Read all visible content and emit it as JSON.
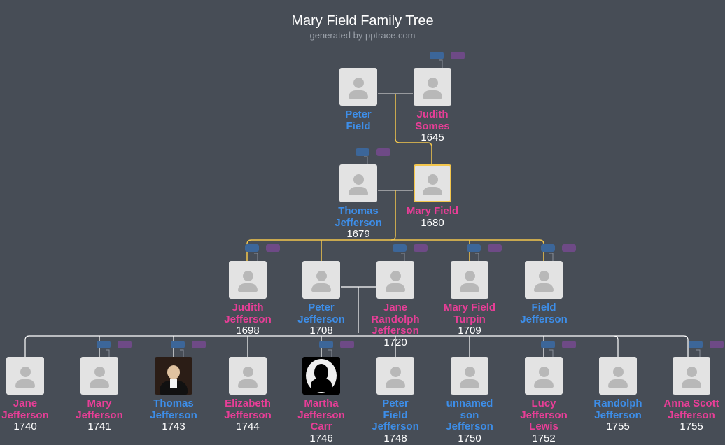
{
  "header": {
    "title": "Mary Field Family Tree",
    "subtitle": "generated by pptrace.com"
  },
  "colors": {
    "background": "#474d56",
    "male": "#3d8ee9",
    "female": "#e83e97",
    "highlight": "#f3c64d"
  },
  "people": [
    {
      "id": "peter-field",
      "line1": "Peter",
      "line2": "Field",
      "line3": "",
      "year": "",
      "sex": "m"
    },
    {
      "id": "judith-somes",
      "line1": "Judith",
      "line2": "Somes",
      "line3": "",
      "year": "1645",
      "sex": "f"
    },
    {
      "id": "thomas-jefferson-1679",
      "line1": "Thomas",
      "line2": "Jefferson",
      "line3": "",
      "year": "1679",
      "sex": "m"
    },
    {
      "id": "mary-field",
      "line1": "Mary Field",
      "line2": "",
      "line3": "",
      "year": "1680",
      "sex": "f",
      "selected": true
    },
    {
      "id": "judith-jefferson",
      "line1": "Judith",
      "line2": "Jefferson",
      "line3": "",
      "year": "1698",
      "sex": "f"
    },
    {
      "id": "peter-jefferson",
      "line1": "Peter",
      "line2": "Jefferson",
      "line3": "",
      "year": "1708",
      "sex": "m"
    },
    {
      "id": "jane-randolph-jefferson",
      "line1": "Jane",
      "line2": "Randolph",
      "line3": "Jefferson",
      "year": "1720",
      "sex": "f"
    },
    {
      "id": "mary-field-turpin",
      "line1": "Mary Field",
      "line2": "Turpin",
      "line3": "",
      "year": "1709",
      "sex": "f"
    },
    {
      "id": "field-jefferson",
      "line1": "Field",
      "line2": "Jefferson",
      "line3": "",
      "year": "",
      "sex": "m"
    },
    {
      "id": "jane-jefferson",
      "line1": "Jane",
      "line2": "Jefferson",
      "line3": "",
      "year": "1740",
      "sex": "f"
    },
    {
      "id": "mary-jefferson",
      "line1": "Mary",
      "line2": "Jefferson",
      "line3": "",
      "year": "1741",
      "sex": "f"
    },
    {
      "id": "thomas-jefferson-1743",
      "line1": "Thomas",
      "line2": "Jefferson",
      "line3": "",
      "year": "1743",
      "sex": "m",
      "photo": "portrait"
    },
    {
      "id": "elizabeth-jefferson",
      "line1": "Elizabeth",
      "line2": "Jefferson",
      "line3": "",
      "year": "1744",
      "sex": "f"
    },
    {
      "id": "martha-jefferson-carr",
      "line1": "Martha",
      "line2": "Jefferson",
      "line3": "Carr",
      "year": "1746",
      "sex": "f",
      "photo": "silhouette"
    },
    {
      "id": "peter-field-jefferson",
      "line1": "Peter",
      "line2": "Field",
      "line3": "Jefferson",
      "year": "1748",
      "sex": "m"
    },
    {
      "id": "unnamed-son-jefferson",
      "line1": "unnamed",
      "line2": "son",
      "line3": "Jefferson",
      "year": "1750",
      "sex": "m"
    },
    {
      "id": "lucy-jefferson-lewis",
      "line1": "Lucy",
      "line2": "Jefferson",
      "line3": "Lewis",
      "year": "1752",
      "sex": "f"
    },
    {
      "id": "randolph-jefferson",
      "line1": "Randolph",
      "line2": "Jefferson",
      "line3": "",
      "year": "1755",
      "sex": "m"
    },
    {
      "id": "anna-scott-jefferson",
      "line1": "Anna Scott",
      "line2": "Jefferson",
      "line3": "",
      "year": "1755",
      "sex": "f"
    }
  ]
}
